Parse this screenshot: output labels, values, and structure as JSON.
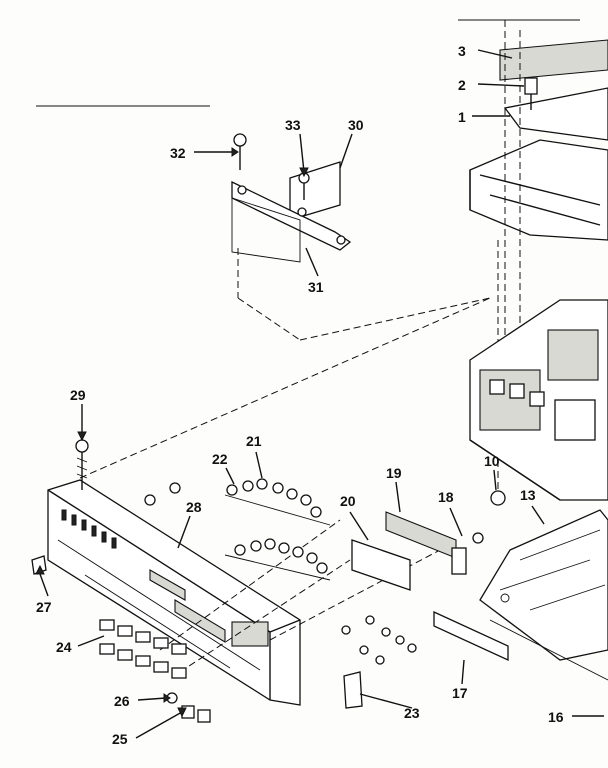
{
  "callouts": [
    {
      "id": "c1",
      "text": "1"
    },
    {
      "id": "c2",
      "text": "2"
    },
    {
      "id": "c3",
      "text": "3"
    },
    {
      "id": "c10",
      "text": "10"
    },
    {
      "id": "c13",
      "text": "13"
    },
    {
      "id": "c16",
      "text": "16"
    },
    {
      "id": "c17",
      "text": "17"
    },
    {
      "id": "c18",
      "text": "18"
    },
    {
      "id": "c19",
      "text": "19"
    },
    {
      "id": "c20",
      "text": "20"
    },
    {
      "id": "c21",
      "text": "21"
    },
    {
      "id": "c22",
      "text": "22"
    },
    {
      "id": "c23",
      "text": "23"
    },
    {
      "id": "c24",
      "text": "24"
    },
    {
      "id": "c25",
      "text": "25"
    },
    {
      "id": "c26",
      "text": "26"
    },
    {
      "id": "c27",
      "text": "27"
    },
    {
      "id": "c28",
      "text": "28"
    },
    {
      "id": "c29",
      "text": "29"
    },
    {
      "id": "c30",
      "text": "30"
    },
    {
      "id": "c31",
      "text": "31"
    },
    {
      "id": "c32",
      "text": "32"
    },
    {
      "id": "c33",
      "text": "33"
    }
  ]
}
